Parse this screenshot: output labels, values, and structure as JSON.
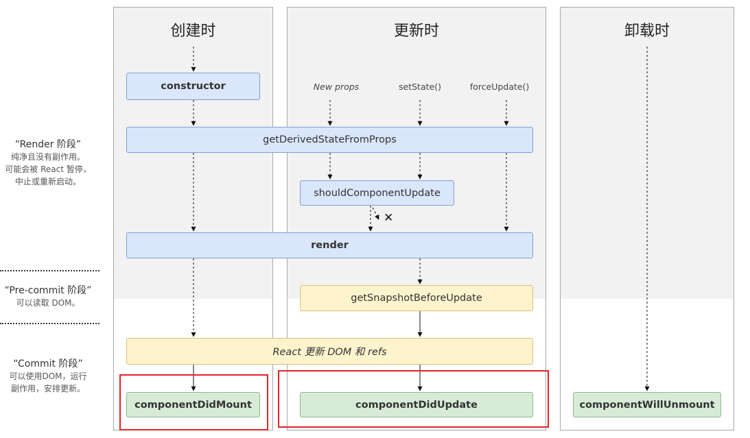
{
  "columns": {
    "mount": "创建时",
    "update": "更新时",
    "unmount": "卸载时"
  },
  "phases": {
    "render": {
      "title": "“Render 阶段”",
      "desc": [
        "纯净且没有副作用。",
        "可能会被 React 暂停，",
        "中止或重新启动。"
      ]
    },
    "precommit": {
      "title": "“Pre-commit 阶段”",
      "desc": [
        "可以读取 DOM。"
      ]
    },
    "commit": {
      "title": "“Commit 阶段”",
      "desc": [
        "可以使用DOM，运行",
        "副作用，安排更新。"
      ]
    }
  },
  "triggers": {
    "new_props": "New props",
    "set_state": "setState()",
    "force_update": "forceUpdate()"
  },
  "methods": {
    "constructor": "constructor",
    "get_derived": "getDerivedStateFromProps",
    "should_update": "shouldComponentUpdate",
    "render": "render",
    "snapshot": "getSnapshotBeforeUpdate",
    "react_update": "React 更新 DOM 和 refs",
    "did_mount": "componentDidMount",
    "did_update": "componentDidUpdate",
    "will_unmount": "componentWillUnmount"
  },
  "cancel_mark": "✕",
  "colors": {
    "render_box": "#dae6fb",
    "precommit_box": "#fdf3cd",
    "commit_box": "#d7ebd6",
    "highlight": "#e02424"
  }
}
